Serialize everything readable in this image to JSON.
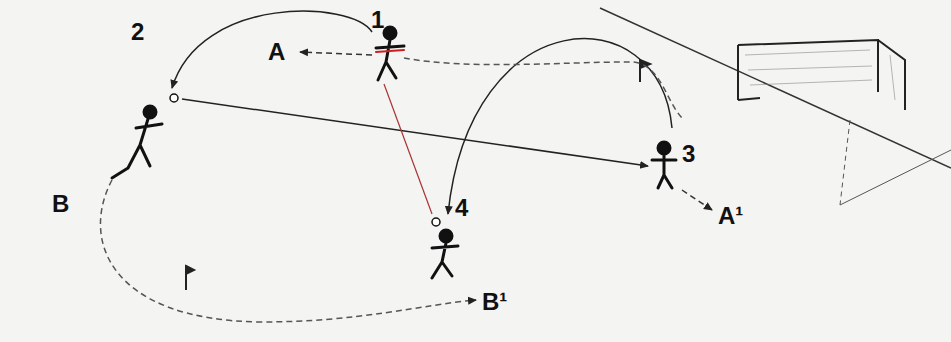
{
  "diagram": {
    "labels": [
      "1",
      "A",
      "2",
      "B",
      "3",
      "A¹",
      "4",
      "B¹"
    ]
  }
}
